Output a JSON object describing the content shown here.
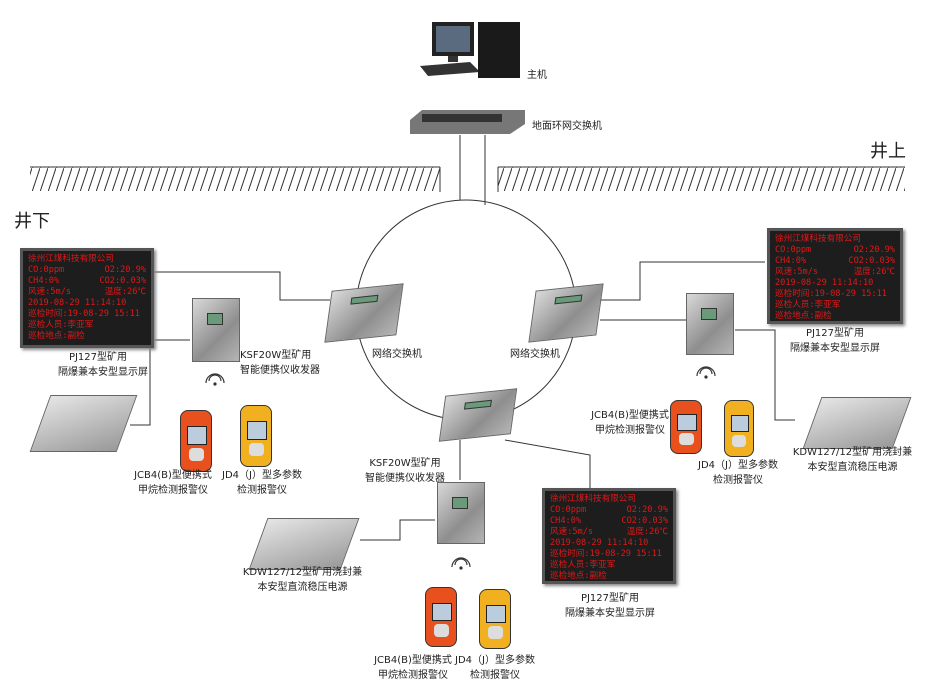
{
  "regions": {
    "above": "井上",
    "below": "井下"
  },
  "host": {
    "label": "主机"
  },
  "ground_switch": {
    "label": "地面环网交换机"
  },
  "network_switches": [
    {
      "label": "网络交换机"
    },
    {
      "label": "网络交换机"
    }
  ],
  "displays": [
    {
      "label1": "PJ127型矿用",
      "label2": "隔爆兼本安型显示屏"
    },
    {
      "label1": "PJ127型矿用",
      "label2": "隔爆兼本安型显示屏"
    },
    {
      "label1": "PJ127型矿用",
      "label2": "隔爆兼本安型显示屏"
    }
  ],
  "display_content": {
    "company": "徐州江煤科技有限公司",
    "co": "CO:0ppm",
    "o2": "O2:20.9%",
    "ch4": "CH4:0%",
    "co2": "CO2:0.03%",
    "wind": "风速:5m/s",
    "temp": "温度:26℃",
    "datetime": "2019-08-29 11:14:10",
    "inspect_time": "巡检时间:19-08-29 15:11",
    "inspector": "巡检人员:李亚军",
    "location": "巡检地点:副检"
  },
  "transceivers": [
    {
      "label1": "KSF20W型矿用",
      "label2": "智能便携仪收发器"
    },
    {
      "label1": "KSF20W型矿用",
      "label2": "智能便携仪收发器"
    }
  ],
  "power_supplies": [
    {
      "label1": "KDW127/12型矿用浇封兼",
      "label2": "本安型直流稳压电源"
    },
    {
      "label1": "KDW127/12型矿用浇封兼",
      "label2": "本安型直流稳压电源"
    }
  ],
  "jcb4": [
    {
      "label1": "JCB4(B)型便携式",
      "label2": "甲烷检测报警仪"
    },
    {
      "label1": "JCB4(B)型便携式",
      "label2": "甲烷检测报警仪"
    },
    {
      "label1": "JCB4(B)型便携式",
      "label2": "甲烷检测报警仪"
    }
  ],
  "jd4": [
    {
      "label1": "JD4（J）型多参数",
      "label2": "检测报警仪"
    },
    {
      "label1": "JD4（J）型多参数",
      "label2": "检测报警仪"
    },
    {
      "label1": "JD4（J）型多参数",
      "label2": "检测报警仪"
    }
  ],
  "colors": {
    "led_text": "#e01818",
    "jcb4": "#e8501e",
    "jd4": "#f0b020",
    "line": "#333333"
  }
}
